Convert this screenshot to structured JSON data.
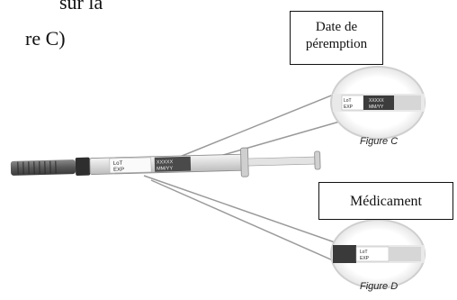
{
  "partial_text": {
    "line1": "sur la",
    "line2": "re C)"
  },
  "callouts": {
    "expiry_date": {
      "line1": "Date de",
      "line2": "péremption"
    },
    "drug": "Médicament"
  },
  "figures": {
    "figure_c": "Figure C",
    "figure_d": "Figure D"
  },
  "syringe_labels": {
    "lot": "LoT",
    "exp": "EXP",
    "lot_value": "XXXXX",
    "exp_value": "MM/YY"
  },
  "colors": {
    "outline": "#111111",
    "pointer_line": "#9a9a9a",
    "syringe_dark": "#3a3a3a"
  }
}
